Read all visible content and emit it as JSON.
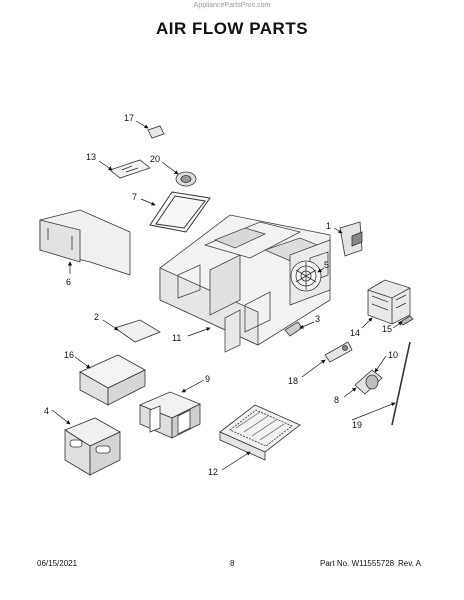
{
  "header": {
    "watermark": "AppliancePartsPros.com",
    "title": "AIR FLOW PARTS"
  },
  "callouts": [
    "1",
    "2",
    "3",
    "4",
    "5",
    "6",
    "7",
    "8",
    "9",
    "10",
    "11",
    "12",
    "13",
    "14",
    "15",
    "16",
    "17",
    "18",
    "19",
    "20"
  ],
  "footer": {
    "date": "06/15/2021",
    "page": "8",
    "part_number": "Part No. W11555728",
    "revision": "Rev. A"
  }
}
